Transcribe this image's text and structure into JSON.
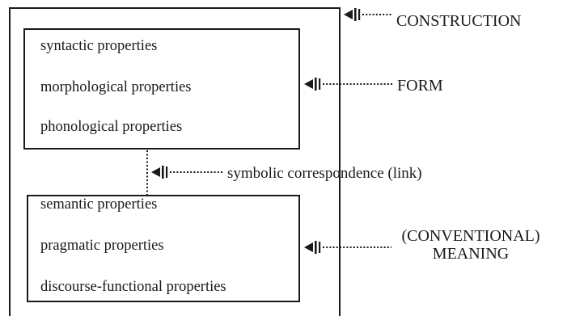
{
  "diagram": {
    "form_box": {
      "lines": [
        "syntactic properties",
        "morphological properties",
        "phonological properties"
      ]
    },
    "meaning_box": {
      "lines": [
        "semantic properties",
        "pragmatic properties",
        "discourse-functional properties"
      ]
    },
    "annotations": {
      "construction": "CONSTRUCTION",
      "form": "FORM",
      "link": "symbolic correspondence (link)",
      "meaning_line1": "(CONVENTIONAL)",
      "meaning_line2": "MEANING"
    },
    "colors": {
      "ink": "#1a1a1a",
      "background": "#ffffff"
    }
  }
}
